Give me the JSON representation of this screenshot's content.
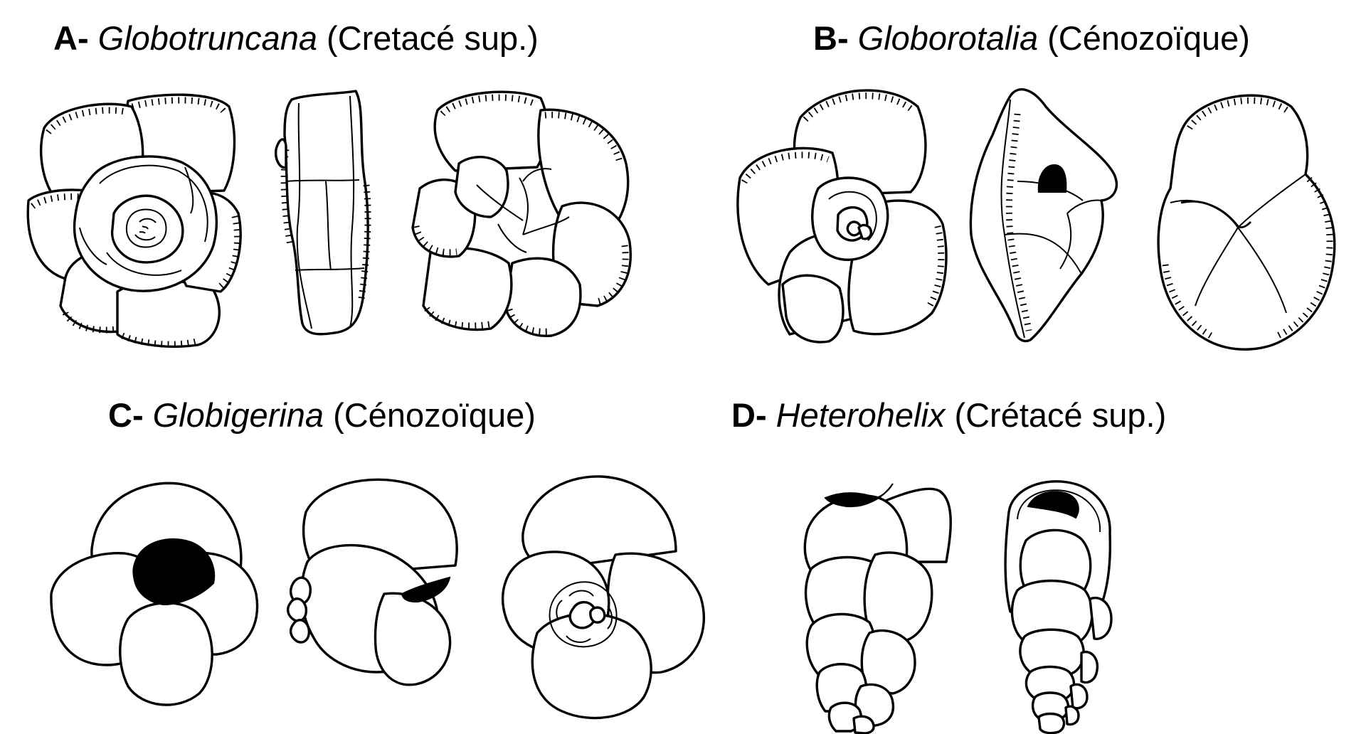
{
  "figure": {
    "panels": [
      {
        "id": "A",
        "letter": "A-",
        "genus": "Globotruncana",
        "age": "(Cretacé sup.)"
      },
      {
        "id": "B",
        "letter": "B-",
        "genus": "Globorotalia",
        "age": "(Cénozoïque)"
      },
      {
        "id": "C",
        "letter": "C-",
        "genus": "Globigerina",
        "age": "(Cénozoïque)"
      },
      {
        "id": "D",
        "letter": "D-",
        "genus": "Heterohelix",
        "age": "(Crétacé sup.)"
      }
    ]
  }
}
